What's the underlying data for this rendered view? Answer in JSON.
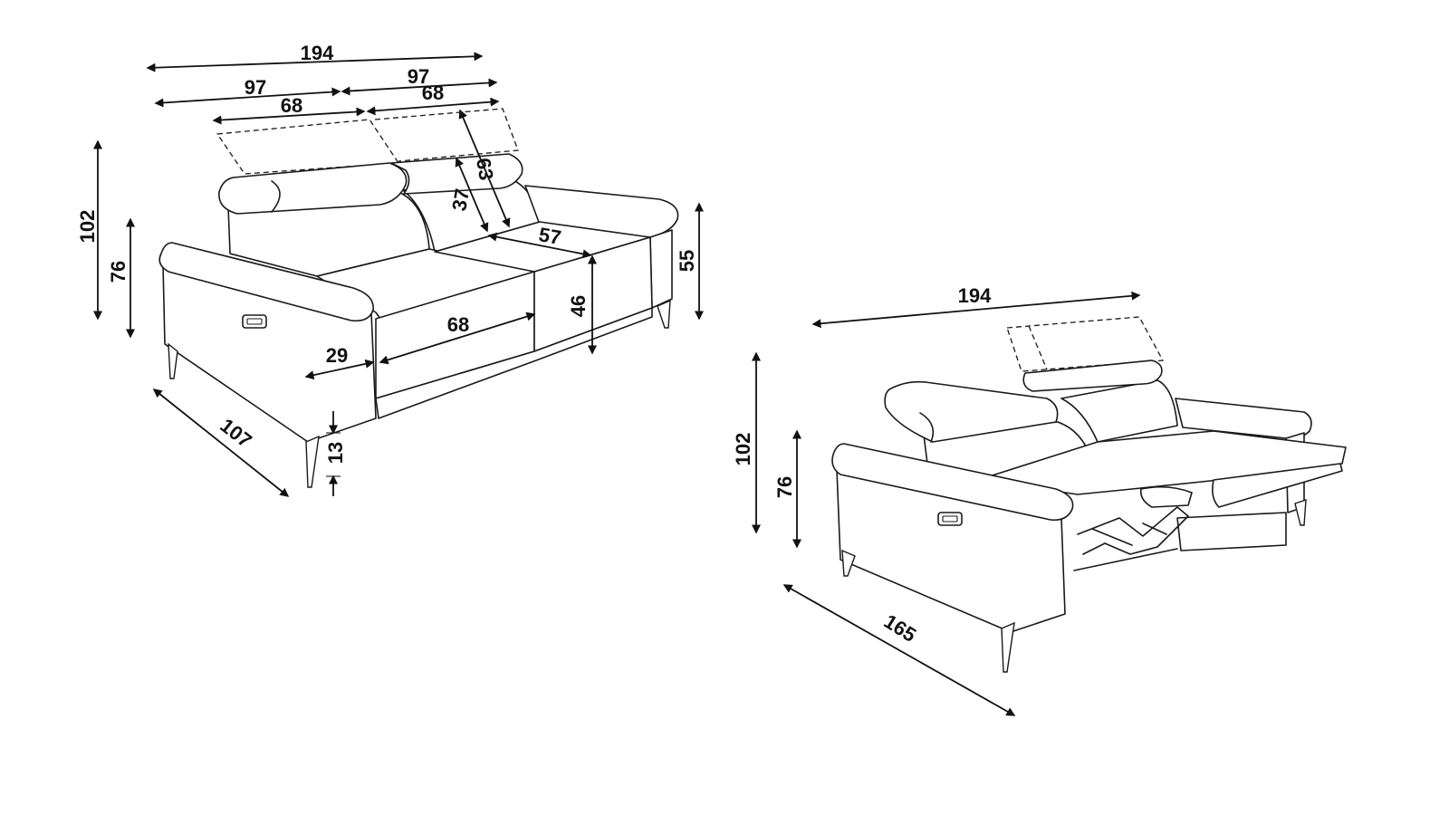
{
  "upright_view": {
    "dimensions": {
      "total_width": "194",
      "seat_width_left": "97",
      "seat_width_right": "97",
      "headrest_left": "68",
      "headrest_right": "68",
      "total_height": "102",
      "back_height": "76",
      "headrest_adjust": "63",
      "backrest_height": "37",
      "seat_depth": "57",
      "seat_width": "68",
      "seat_height": "46",
      "arm_height": "55",
      "arm_width": "29",
      "total_depth": "107",
      "leg_height": "13"
    }
  },
  "reclined_view": {
    "dimensions": {
      "total_width": "194",
      "total_height": "102",
      "back_height": "76",
      "extended_depth": "165"
    }
  }
}
